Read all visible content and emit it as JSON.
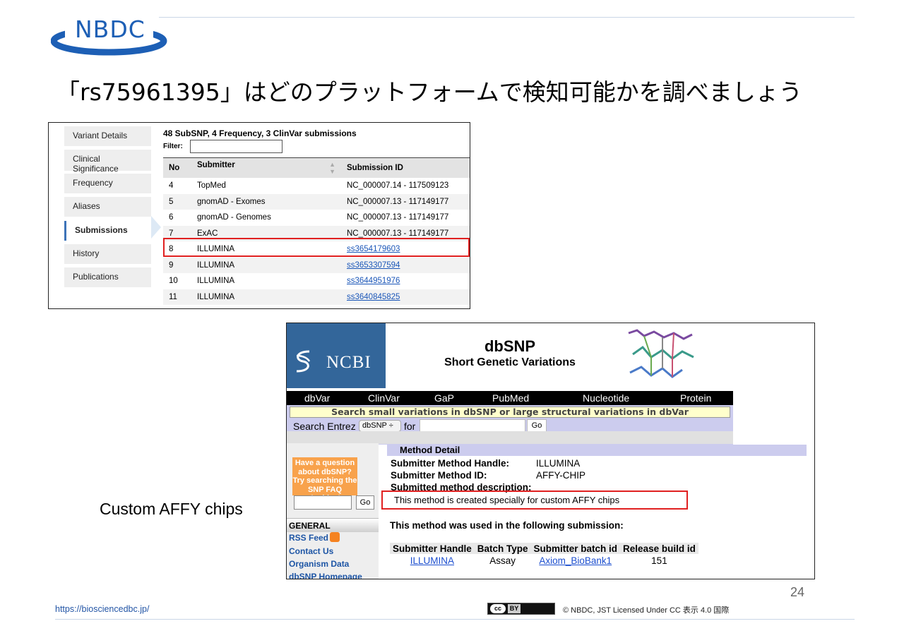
{
  "logo": {
    "text": "NBDC"
  },
  "slide": {
    "title": "「rs75961395」はどのプラットフォームで検知可能かを調べましょう",
    "page_number": "24",
    "annotation": "Custom AFFY chips"
  },
  "screenshot1": {
    "sidebar": [
      {
        "label": "Variant Details"
      },
      {
        "label": "Clinical Significance"
      },
      {
        "label": "Frequency"
      },
      {
        "label": "Aliases"
      },
      {
        "label": "Submissions",
        "active": true
      },
      {
        "label": "History"
      },
      {
        "label": "Publications"
      }
    ],
    "heading": "48 SubSNP, 4 Frequency, 3 ClinVar submissions",
    "filter_label": "Filter:",
    "columns": [
      "No",
      "Submitter",
      "Submission ID"
    ],
    "rows": [
      {
        "no": "4",
        "submitter": "TopMed",
        "id": "NC_000007.14 - 117509123",
        "link": false
      },
      {
        "no": "5",
        "submitter": "gnomAD - Exomes",
        "id": "NC_000007.13 - 117149177",
        "link": false
      },
      {
        "no": "6",
        "submitter": "gnomAD - Genomes",
        "id": "NC_000007.13 - 117149177",
        "link": false
      },
      {
        "no": "7",
        "submitter": "ExAC",
        "id": "NC_000007.13 - 117149177",
        "link": false
      },
      {
        "no": "8",
        "submitter": "ILLUMINA",
        "id": "ss3654179603",
        "link": true
      },
      {
        "no": "9",
        "submitter": "ILLUMINA",
        "id": "ss3653307594",
        "link": true
      },
      {
        "no": "10",
        "submitter": "ILLUMINA",
        "id": "ss3644951976",
        "link": true
      },
      {
        "no": "11",
        "submitter": "ILLUMINA",
        "id": "ss3640845825",
        "link": true
      }
    ]
  },
  "screenshot2": {
    "ncbi": "NCBI",
    "title": "dbSNP",
    "subtitle": "Short Genetic Variations",
    "nav": [
      "dbVar",
      "ClinVar",
      "GaP",
      "PubMed",
      "Nucleotide",
      "Protein"
    ],
    "search_tagline": "Search small variations in dbSNP or large structural variations in dbVar",
    "search_entrez": "Search Entrez",
    "db_select": "dbSNP ÷",
    "search_for": "for",
    "go": "Go",
    "faq_text": "Have a question about dbSNP? Try searching the SNP FAQ Archive!",
    "faq_go": "Go",
    "general": "GENERAL",
    "left_links": [
      "RSS Feed",
      "Contact Us",
      "Organism Data",
      "dbSNP Homepage"
    ],
    "method_detail": "Method Detail",
    "fields": [
      {
        "label": "Submitter Method Handle:",
        "value": "ILLUMINA"
      },
      {
        "label": "Submitter Method ID:",
        "value": "AFFY-CHIP"
      },
      {
        "label": "Submitted method description:",
        "value": ""
      }
    ],
    "description": "This method is created specially for custom AFFY chips",
    "used_in": "This method was used in the following submission:",
    "sub_columns": [
      "Submitter Handle",
      "Batch Type",
      "Submitter batch id",
      "Release build id"
    ],
    "sub_row": [
      "ILLUMINA",
      "Assay",
      "Axiom_BioBank1",
      "151"
    ]
  },
  "footer": {
    "url": "https://biosciencedbc.jp/",
    "cc": "cc",
    "by": "BY",
    "license": "© NBDC, JST    Licensed Under CC 表示 4.0 国際"
  },
  "colors": {
    "brand_blue": "#1d5fb5",
    "highlight_red": "#e02020",
    "ncbi_blue": "#33669a"
  }
}
